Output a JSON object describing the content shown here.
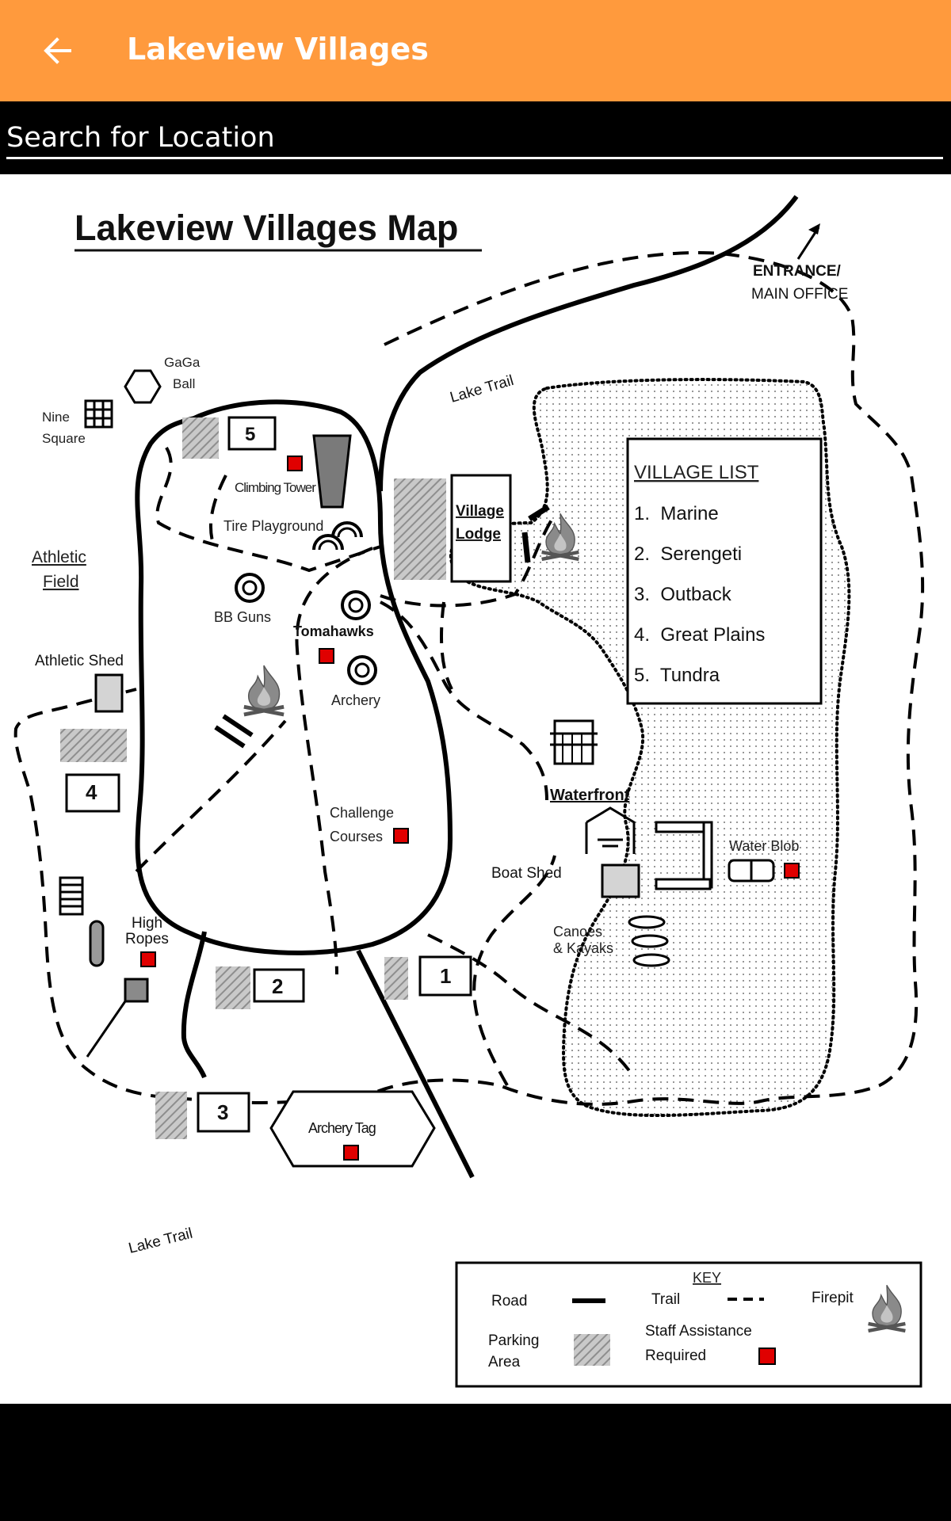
{
  "app": {
    "title": "Lakeview Villages",
    "back_icon": "arrow-left-icon",
    "bar_color": "#FF9A3D"
  },
  "search": {
    "placeholder": "Search for Location"
  },
  "map": {
    "title": "Lakeview Villages Map",
    "entrance": {
      "line1": "ENTRANCE/",
      "line2": "MAIN OFFICE"
    },
    "lake_trail_top": "Lake Trail",
    "lake_trail_bottom": "Lake Trail",
    "gaga_ball": {
      "line1": "GaGa",
      "line2": "Ball"
    },
    "nine_square": {
      "line1": "Nine",
      "line2": "Square"
    },
    "athletic_field": {
      "line1": "Athletic",
      "line2": "Field"
    },
    "athletic_shed": "Athletic Shed",
    "climbing_tower": "Climbing Tower",
    "tire_playground": "Tire Playground",
    "bb_guns": "BB Guns",
    "tomahawks": "Tomahawks",
    "archery": "Archery",
    "challenge_courses": {
      "line1": "Challenge",
      "line2": "Courses"
    },
    "high_ropes": {
      "line1": "High",
      "line2": "Ropes"
    },
    "archery_tag": "Archery Tag",
    "village_lodge": {
      "line1": "Village",
      "line2": "Lodge"
    },
    "waterfront": "Waterfront",
    "boat_shed": "Boat Shed",
    "water_blob": "Water Blob",
    "canoes": {
      "line1": "Canoes",
      "line2": "& Kayaks"
    },
    "village_numbers": [
      "1",
      "2",
      "3",
      "4",
      "5"
    ],
    "village_list": {
      "title": "VILLAGE LIST",
      "items": [
        "1.  Marine",
        "2.  Serengeti",
        "3.  Outback",
        "4.  Great Plains",
        "5.  Tundra"
      ]
    },
    "key": {
      "title": "KEY",
      "road": "Road",
      "trail": "Trail",
      "firepit": "Firepit",
      "parking": {
        "line1": "Parking",
        "line2": "Area"
      },
      "staff": {
        "line1": "Staff Assistance",
        "line2": "Required"
      }
    },
    "colors": {
      "staff_red": "#E00000",
      "parking_gray": "#9a9a9a"
    }
  }
}
